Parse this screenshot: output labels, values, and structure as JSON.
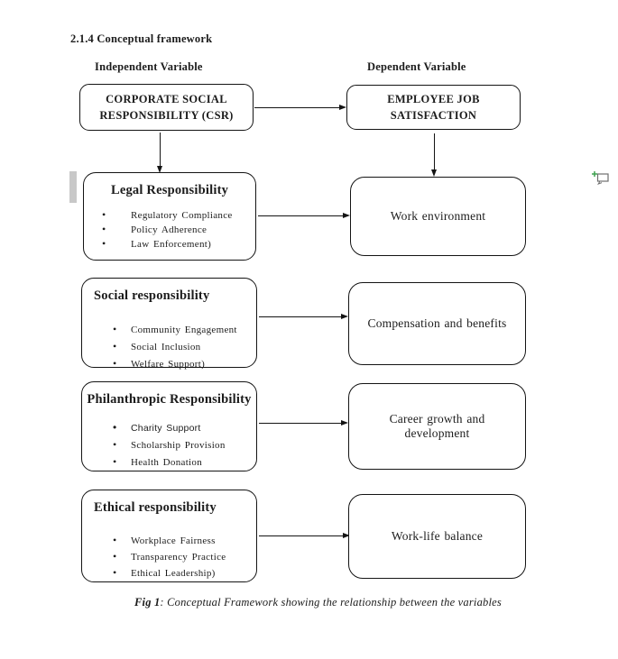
{
  "document": {
    "section_heading": "2.1.4 Conceptual framework",
    "left_column_header": "Independent Variable",
    "right_column_header": "Dependent Variable",
    "caption_label": "Fig 1",
    "caption_text": ": Conceptual Framework showing the relationship between the variables"
  },
  "diagram": {
    "bullet_glyph": "•",
    "independent_box": "CORPORATE SOCIAL RESPONSIBILITY (CSR)",
    "dependent_box": "EMPLOYEE JOB SATISFACTION",
    "rows": [
      {
        "left_title": "Legal Responsibility",
        "bullets": [
          "Regulatory Compliance",
          "Policy Adherence",
          "Law Enforcement)"
        ],
        "right_label": "Work environment"
      },
      {
        "left_title": "Social responsibility",
        "bullets": [
          "Community Engagement",
          "Social Inclusion",
          "Welfare Support)"
        ],
        "right_label": "Compensation and benefits"
      },
      {
        "left_title": "Philanthropic Responsibility",
        "bullets": [
          "Charity Support",
          "Scholarship Provision",
          "Health Donation"
        ],
        "right_label": "Career growth and development"
      },
      {
        "left_title": "Ethical responsibility",
        "bullets": [
          "Workplace Fairness",
          "Transparency Practice",
          "Ethical Leadership)"
        ],
        "right_label": "Work-life balance"
      }
    ]
  },
  "annotations": {
    "comment_icon": "add-comment-icon",
    "change_bar": "margin-change-bar"
  },
  "colors": {
    "ink": "#1c1c1c",
    "comment_plus_green": "#3da14e",
    "change_bar_gray": "#c8c8c8"
  }
}
